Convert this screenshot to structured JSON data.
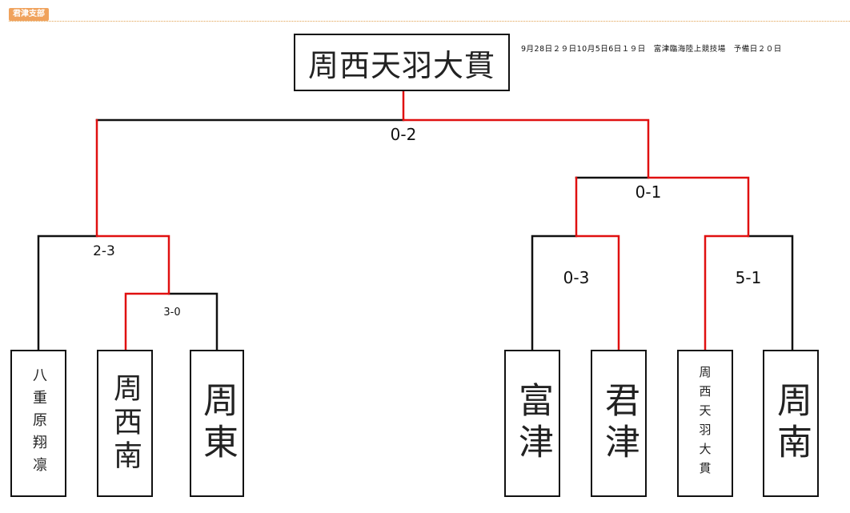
{
  "branch_tag": "君津支部",
  "champion": "周西天羽大貫",
  "info": "9月28日２９日10月5日6日１９日　富津臨海陸上競技場　予備日２０日",
  "colors": {
    "win_line": "#e01010",
    "line": "#111111",
    "tag_bg": "#f0a25c"
  },
  "teams": [
    "八重原翔凛",
    "周西南",
    "周東",
    "富津",
    "君津",
    "周西天羽大貫",
    "周南"
  ],
  "scores": {
    "final": "0-2",
    "semi_right": "0-1",
    "qf_left": "2-3",
    "r1_left": "3-0",
    "qf_right_a": "0-3",
    "qf_right_b": "5-1"
  }
}
